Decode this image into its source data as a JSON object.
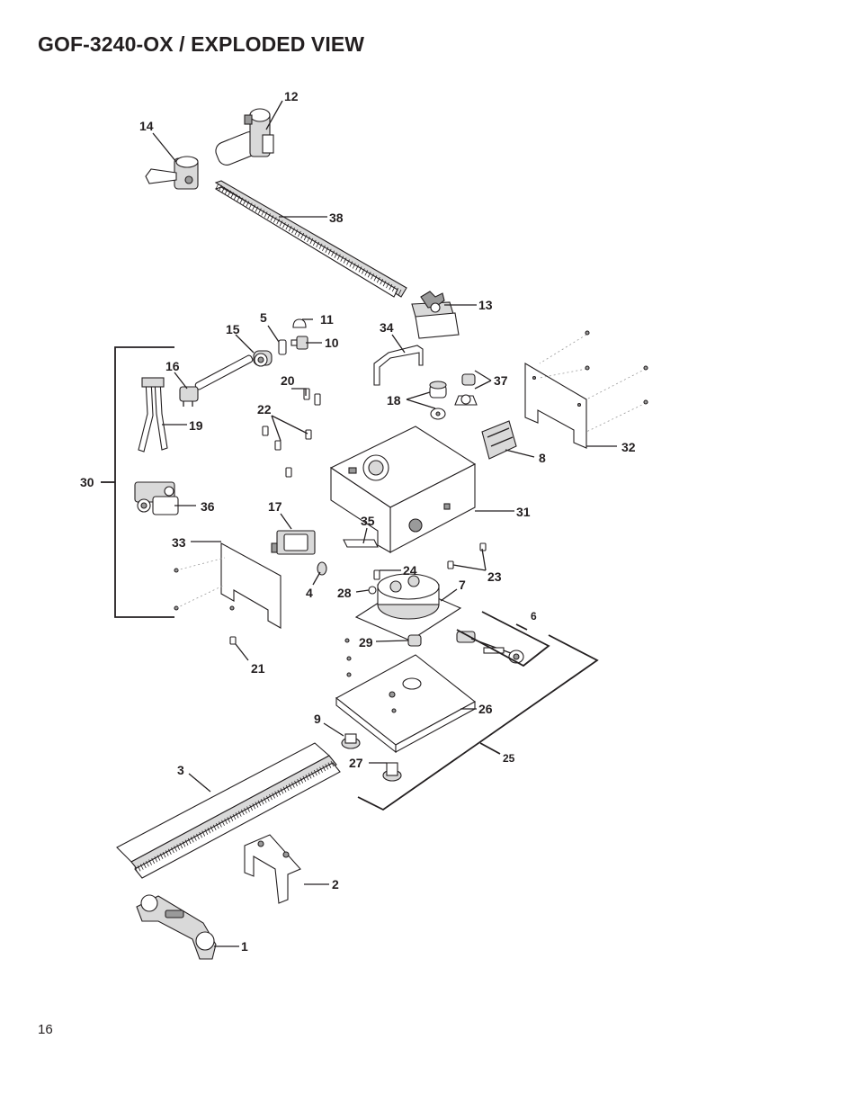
{
  "header": {
    "title": "GOF-3240-OX / EXPLODED VIEW"
  },
  "footer": {
    "page_number": "16"
  },
  "callouts": [
    {
      "id": "c1",
      "label": "1"
    },
    {
      "id": "c2",
      "label": "2"
    },
    {
      "id": "c3",
      "label": "3"
    },
    {
      "id": "c4",
      "label": "4"
    },
    {
      "id": "c5",
      "label": "5"
    },
    {
      "id": "c6",
      "label": "6"
    },
    {
      "id": "c7",
      "label": "7"
    },
    {
      "id": "c8",
      "label": "8"
    },
    {
      "id": "c9",
      "label": "9"
    },
    {
      "id": "c10",
      "label": "10"
    },
    {
      "id": "c11",
      "label": "11"
    },
    {
      "id": "c12",
      "label": "12"
    },
    {
      "id": "c13",
      "label": "13"
    },
    {
      "id": "c14",
      "label": "14"
    },
    {
      "id": "c15",
      "label": "15"
    },
    {
      "id": "c16",
      "label": "16"
    },
    {
      "id": "c17",
      "label": "17"
    },
    {
      "id": "c18",
      "label": "18"
    },
    {
      "id": "c19",
      "label": "19"
    },
    {
      "id": "c20",
      "label": "20"
    },
    {
      "id": "c21",
      "label": "21"
    },
    {
      "id": "c22",
      "label": "22"
    },
    {
      "id": "c23",
      "label": "23"
    },
    {
      "id": "c24",
      "label": "24"
    },
    {
      "id": "c25",
      "label": "25"
    },
    {
      "id": "c26",
      "label": "26"
    },
    {
      "id": "c27",
      "label": "27"
    },
    {
      "id": "c28",
      "label": "28"
    },
    {
      "id": "c29",
      "label": "29"
    },
    {
      "id": "c30",
      "label": "30"
    },
    {
      "id": "c31",
      "label": "31"
    },
    {
      "id": "c32",
      "label": "32"
    },
    {
      "id": "c33",
      "label": "33"
    },
    {
      "id": "c34",
      "label": "34"
    },
    {
      "id": "c35",
      "label": "35"
    },
    {
      "id": "c36",
      "label": "36"
    },
    {
      "id": "c37",
      "label": "37"
    },
    {
      "id": "c38",
      "label": "38"
    }
  ]
}
